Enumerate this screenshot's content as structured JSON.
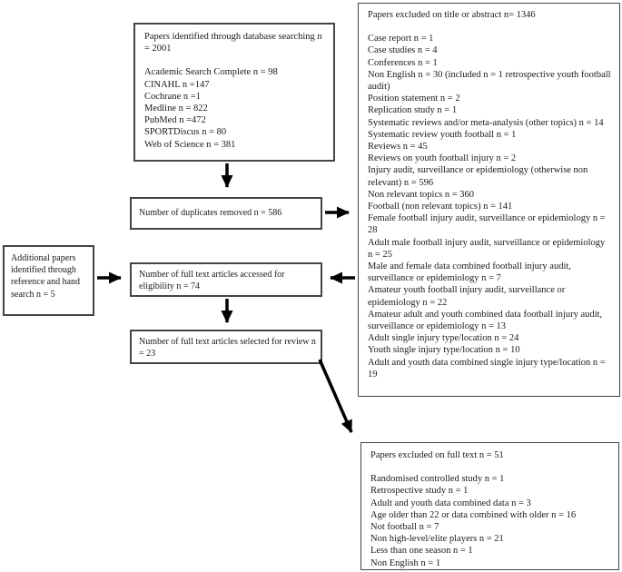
{
  "diagram": {
    "database_box": {
      "title": "Papers identified through database searching n = 2001",
      "items": [
        "Academic Search Complete n = 98",
        "CINAHL n =147",
        "Cochrane n =1",
        "Medline n = 822",
        "PubMed n =472",
        "SPORTDiscus n = 80",
        "Web of Science n = 381"
      ]
    },
    "excluded_title_box": {
      "title": "Papers excluded on title or abstract n= 1346",
      "items": [
        "Case report n = 1",
        "Case studies n = 4",
        "Conferences n = 1",
        "Non English n = 30 (included n = 1 retrospective youth football audit)",
        "Position statement n = 2",
        "Replication study n = 1",
        "Systematic reviews and/or meta-analysis (other topics) n = 14",
        "Systematic review youth football n = 1",
        "Reviews n = 45",
        "Reviews on youth football injury n = 2",
        "Injury audit, surveillance or epidemiology (otherwise non relevant) n = 596",
        "Non relevant topics n = 360",
        "Football (non relevant topics) n = 141",
        "Female football injury audit, surveillance or epidemiology n = 28",
        "Adult male football injury audit, surveillance or epidemiology n = 25",
        "Male and female data combined football injury audit, surveillance or epidemiology n = 7",
        "Amateur youth football injury audit, surveillance or epidemiology n = 22",
        "Amateur adult and youth combined data football injury audit, surveillance or epidemiology n = 13",
        "Adult single injury type/location n = 24",
        "Youth single injury type/location n = 10",
        "Adult and youth data combined single injury type/location n = 19"
      ]
    },
    "duplicates_box": {
      "text": "Number of duplicates removed n = 586"
    },
    "additional_box": {
      "text": "Additional papers identified through reference and hand search n = 5"
    },
    "accessed_box": {
      "text": "Number of full text articles accessed for eligibility n = 74"
    },
    "selected_box": {
      "text": "Number of full text articles selected for review n = 23"
    },
    "excluded_fulltext_box": {
      "title": "Papers excluded on full text n = 51",
      "items": [
        "Randomised controlled study n = 1",
        "Retrospective study n = 1",
        "Adult and youth data combined data n = 3",
        "Age older than 22 or data combined with older n = 16",
        "Not football n = 7",
        "Non high-level/elite players n = 21",
        "Less than one season n = 1",
        "Non English n = 1"
      ]
    },
    "colors": {
      "border": "#444444",
      "arrow": "#000000",
      "background": "#ffffff",
      "text": "#1a1a1a"
    }
  }
}
